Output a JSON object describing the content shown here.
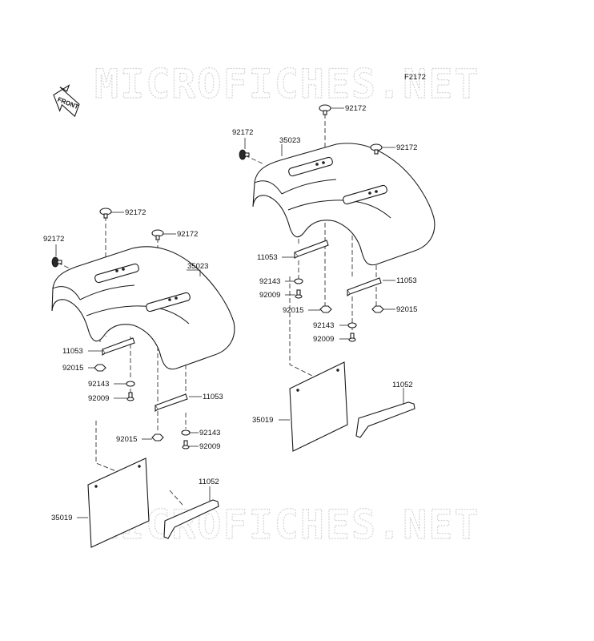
{
  "diagram": {
    "figure_code": "F2172",
    "watermark_text": "MICROFICHES.NET",
    "front_label": "FRONT",
    "labels": {
      "r_92172_top": "92172",
      "r_92172_left": "92172",
      "r_35023": "35023",
      "r_92172_right": "92172",
      "r_11053_a": "11053",
      "r_92143_a": "92143",
      "r_92009_a": "92009",
      "r_92015_a": "92015",
      "r_11053_b": "11053",
      "r_92015_b": "92015",
      "r_92143_b": "92143",
      "r_92009_b": "92009",
      "r_11052": "11052",
      "r_35019": "35019",
      "l_92172_a": "92172",
      "l_92172_b": "92172",
      "l_92172_left": "92172",
      "l_35023": "35023",
      "l_11053_a": "11053",
      "l_92015_a": "92015",
      "l_92143_a": "92143",
      "l_92009_a": "92009",
      "l_11053_b": "11053",
      "l_92015_b": "92015",
      "l_92143_b": "92143",
      "l_92009_b": "92009",
      "l_11052": "11052",
      "l_35019": "35019"
    }
  }
}
